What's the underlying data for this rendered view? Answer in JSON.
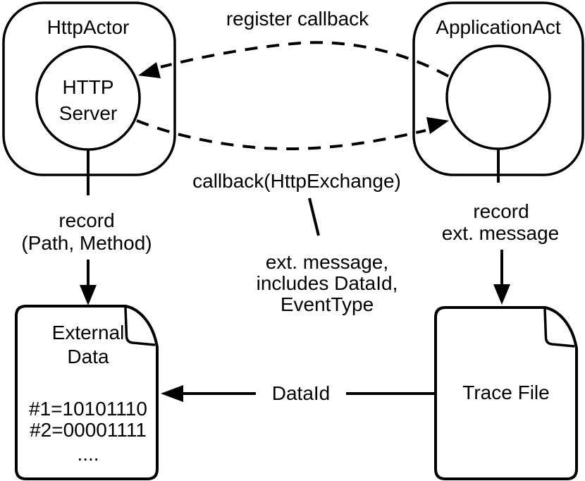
{
  "diagram": {
    "colors": {
      "ink": "#000000",
      "background": "#ffffff"
    },
    "http_actor": {
      "label": "HttpActor",
      "server_line1": "HTTP",
      "server_line2": "Server"
    },
    "application_actor": {
      "label": "ApplicationAct"
    },
    "edge_register": {
      "label": "register callback"
    },
    "edge_callback": {
      "label": "callback(HttpExchange)"
    },
    "callback_note": {
      "line1": "ext. message,",
      "line2": "includes DataId,",
      "line3": "EventType"
    },
    "record_http": {
      "line1": "record",
      "line2": "(Path, Method)"
    },
    "record_app": {
      "line1": "record",
      "line2": "ext. message"
    },
    "edge_dataid": {
      "label": "DataId"
    },
    "external_data": {
      "title_line1": "External",
      "title_line2": "Data",
      "entry1": "#1=10101110",
      "entry2": "#2=00001111",
      "entry3": "...."
    },
    "trace_file": {
      "title": "Trace File"
    }
  }
}
